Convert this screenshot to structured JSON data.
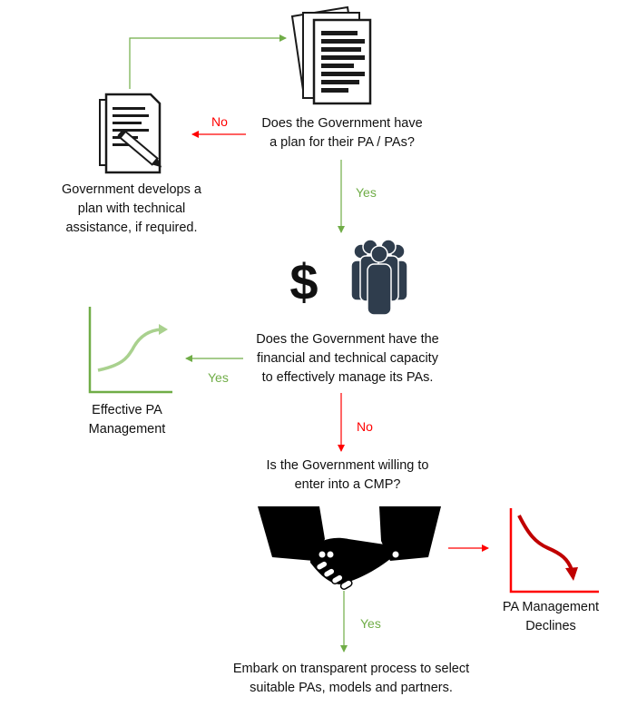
{
  "nodes": {
    "q_plan": {
      "lines": [
        "Does the Government have",
        "a plan for their PA / PAs?"
      ]
    },
    "develop_plan": {
      "lines": [
        "Government develops a",
        "plan with technical",
        "assistance, if required."
      ]
    },
    "q_capacity": {
      "lines": [
        "Does the Government have the",
        "financial and technical capacity",
        "to effectively manage its PAs."
      ]
    },
    "effective": {
      "lines": [
        "Effective PA",
        "Management"
      ]
    },
    "q_cmp": {
      "lines": [
        "Is the Government willing to",
        "enter into a CMP?"
      ]
    },
    "declines": {
      "lines": [
        "PA Management",
        "Declines"
      ]
    },
    "embark": {
      "lines": [
        "Embark on transparent process to select",
        "suitable PAs, models and partners."
      ]
    }
  },
  "edges": {
    "plan_no": "No",
    "plan_yes": "Yes",
    "capacity_yes": "Yes",
    "capacity_no": "No",
    "cmp_yes": "Yes"
  },
  "icons": {
    "documents": "documents-icon",
    "document_pen": "document-pen-icon",
    "dollar": "$",
    "people": "people-group-icon",
    "growth_chart": "growth-chart-icon",
    "handshake": "handshake-icon",
    "decline_chart": "decline-chart-icon"
  },
  "colors": {
    "yes": "#70ad47",
    "no": "#ff0000",
    "icon_dark": "#1a1a1a",
    "people": "#2f3d4d"
  }
}
